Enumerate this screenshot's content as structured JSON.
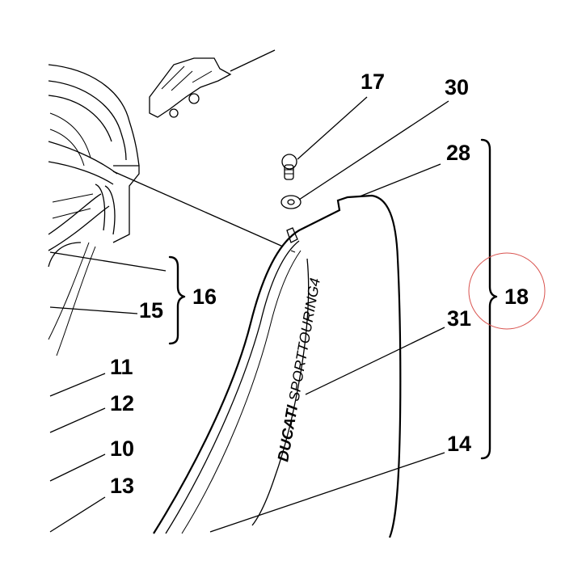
{
  "callouts": {
    "c17": "17",
    "c30": "30",
    "c28": "28",
    "c18": "18",
    "c31": "31",
    "c16": "16",
    "c15": "15",
    "c11": "11",
    "c12": "12",
    "c10": "10",
    "c13": "13",
    "c14": "14"
  },
  "decal": {
    "brand": "DUCATI",
    "model": "SPORTTOURING4"
  },
  "colors": {
    "ink": "#000000",
    "highlight_circle": "#d9534f",
    "background": "#ffffff"
  }
}
